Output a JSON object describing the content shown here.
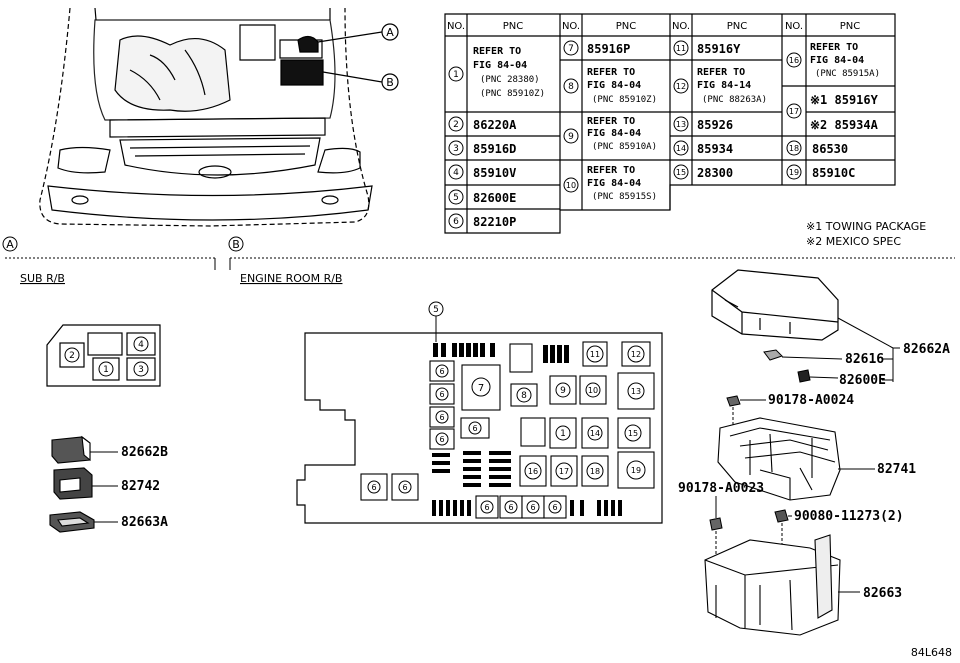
{
  "table": {
    "headers": [
      "NO.",
      "PNC"
    ],
    "rows": {
      "r1": {
        "no": "1",
        "line1": "REFER TO",
        "line2": "FIG 84-04",
        "line3": "(PNC 28380)",
        "line4": "(PNC 85910Z)"
      },
      "r2": {
        "no": "2",
        "pnc": "86220A"
      },
      "r3": {
        "no": "3",
        "pnc": "85916D"
      },
      "r4": {
        "no": "4",
        "pnc": "85910V"
      },
      "r5": {
        "no": "5",
        "pnc": "82600E"
      },
      "r6": {
        "no": "6",
        "pnc": "82210P"
      },
      "r7": {
        "no": "7",
        "pnc": "85916P"
      },
      "r8": {
        "no": "8",
        "line1": "REFER TO",
        "line2": "FIG 84-04",
        "line3": "(PNC 85910Z)"
      },
      "r9": {
        "no": "9",
        "line1": "REFER TO",
        "line2": "FIG 84-04",
        "line3": "(PNC 85910A)"
      },
      "r10": {
        "no": "10",
        "line1": "REFER TO",
        "line2": "FIG 84-04",
        "line3": "(PNC 85915S)"
      },
      "r11": {
        "no": "11",
        "pnc": "85916Y"
      },
      "r12": {
        "no": "12",
        "line1": "REFER TO",
        "line2": "FIG 84-14",
        "line3": "(PNC 88263A)"
      },
      "r13": {
        "no": "13",
        "pnc": "85926"
      },
      "r14": {
        "no": "14",
        "pnc": "85934"
      },
      "r15": {
        "no": "15",
        "pnc": "28300"
      },
      "r16": {
        "no": "16",
        "line1": "REFER TO",
        "line2": "FIG 84-04",
        "line3": "(PNC 85915A)"
      },
      "r17": {
        "no": "17",
        "a": "※1 85916Y",
        "b": "※2 85934A"
      },
      "r18": {
        "no": "18",
        "pnc": "86530"
      },
      "r19": {
        "no": "19",
        "pnc": "85910C"
      }
    }
  },
  "notes": [
    "※1 TOWING PACKAGE",
    "※2 MEXICO SPEC"
  ],
  "callouts": {
    "a": "A",
    "b": "B"
  },
  "sections": {
    "sub_rb": "SUB R/B",
    "engine_rb": "ENGINE ROOM R/B"
  },
  "part_labels": {
    "p82662B": "82662B",
    "p82742": "82742",
    "p82663A": "82663A",
    "p82616": "82616",
    "p82662A": "82662A",
    "p82600E": "82600E",
    "p90178_A0024": "90178-A0024",
    "p82741": "82741",
    "p90178_A0023": "90178-A0023",
    "p90080": "90080-11273(2)",
    "p82663": "82663"
  },
  "figure_id": "84L648"
}
